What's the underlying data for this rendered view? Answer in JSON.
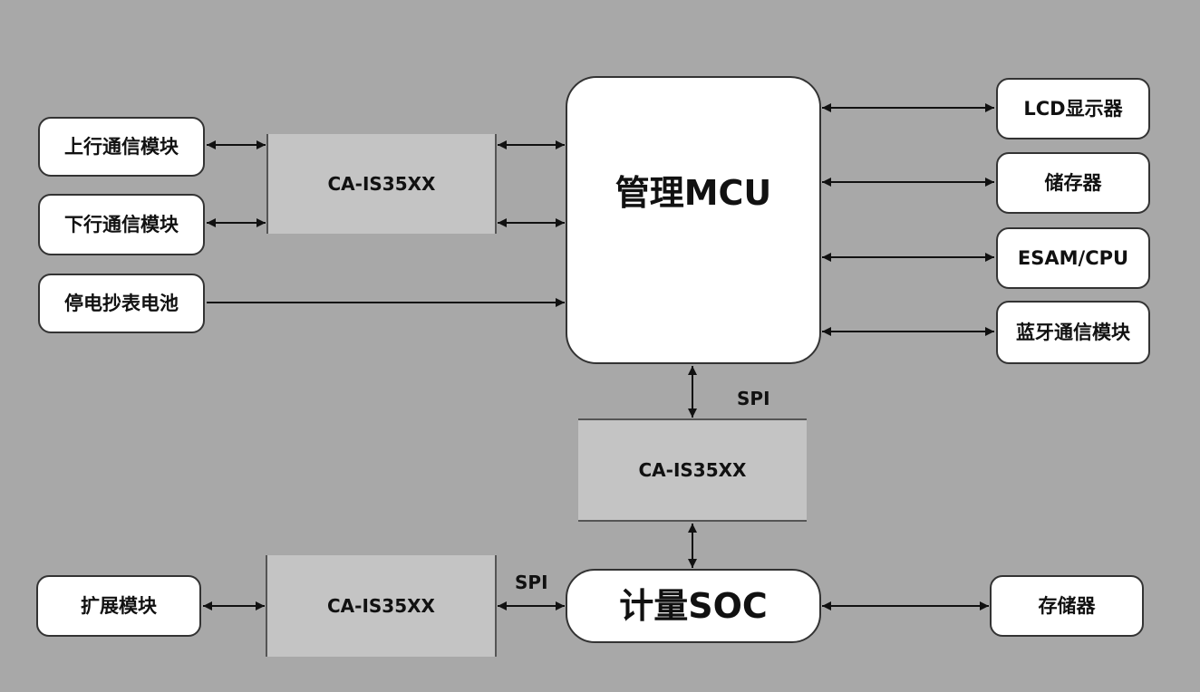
{
  "left": {
    "uplink": "上行通信模块",
    "downlink": "下行通信模块",
    "battery": "停电抄表电池",
    "expansion": "扩展模块"
  },
  "isolators": {
    "top_left": "CA-IS35XX",
    "middle": "CA-IS35XX",
    "bottom_left": "CA-IS35XX"
  },
  "center": {
    "mcu": "管理MCU",
    "soc": "计量SOC"
  },
  "right": {
    "lcd": "LCD显示器",
    "storage1": "储存器",
    "esam": "ESAM/CPU",
    "bluetooth": "蓝牙通信模块",
    "storage2": "存储器"
  },
  "bus_labels": {
    "spi_vertical": "SPI",
    "spi_horizontal": "SPI"
  }
}
